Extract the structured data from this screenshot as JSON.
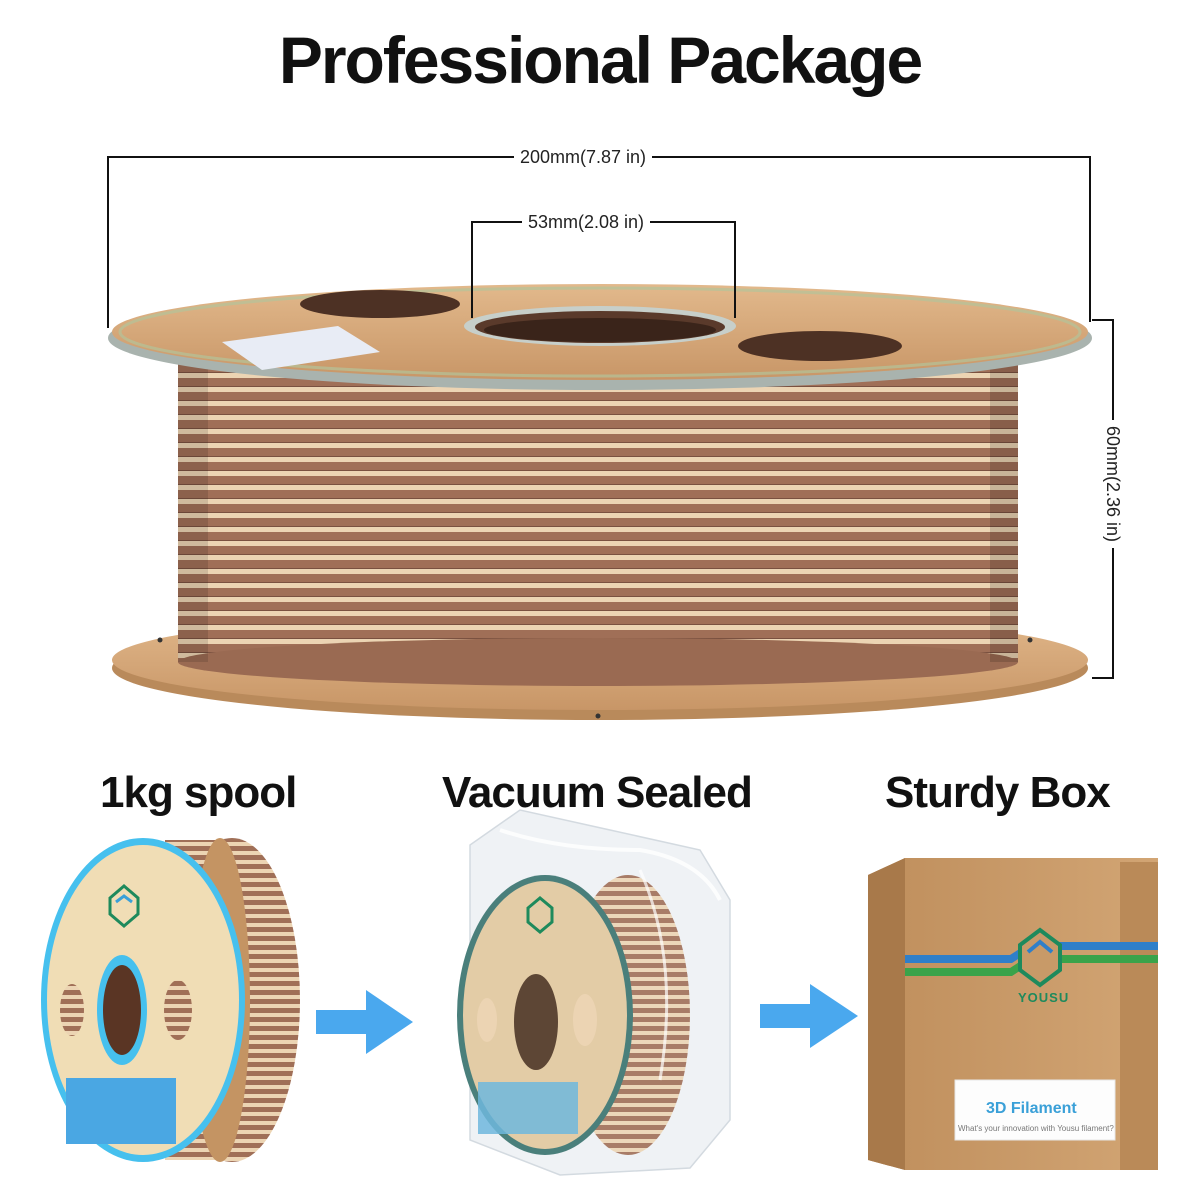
{
  "header": {
    "title": "Professional Package"
  },
  "dimensions": {
    "diameter_label": "200mm(7.87 in)",
    "hub_label": "53mm(2.08 in)",
    "width_label": "60mm(2.36 in)"
  },
  "sections": [
    {
      "label": "1kg spool"
    },
    {
      "label": "Vacuum Sealed"
    },
    {
      "label": "Sturdy Box"
    }
  ],
  "box": {
    "brand": "YOUSU",
    "card_title": "3D Filament",
    "card_subtitle": "What's your innovation with Yousu filament?"
  },
  "colors": {
    "filament_brown": "#a06f57",
    "filament_cream": "#ecd4b3",
    "cardboard": "#d3a677",
    "arrow_blue": "#4aa8ee",
    "box_kraft": "#c89a68"
  },
  "icons": [
    "yousu-logo-icon",
    "right-arrow-icon",
    "right-arrow-icon"
  ]
}
